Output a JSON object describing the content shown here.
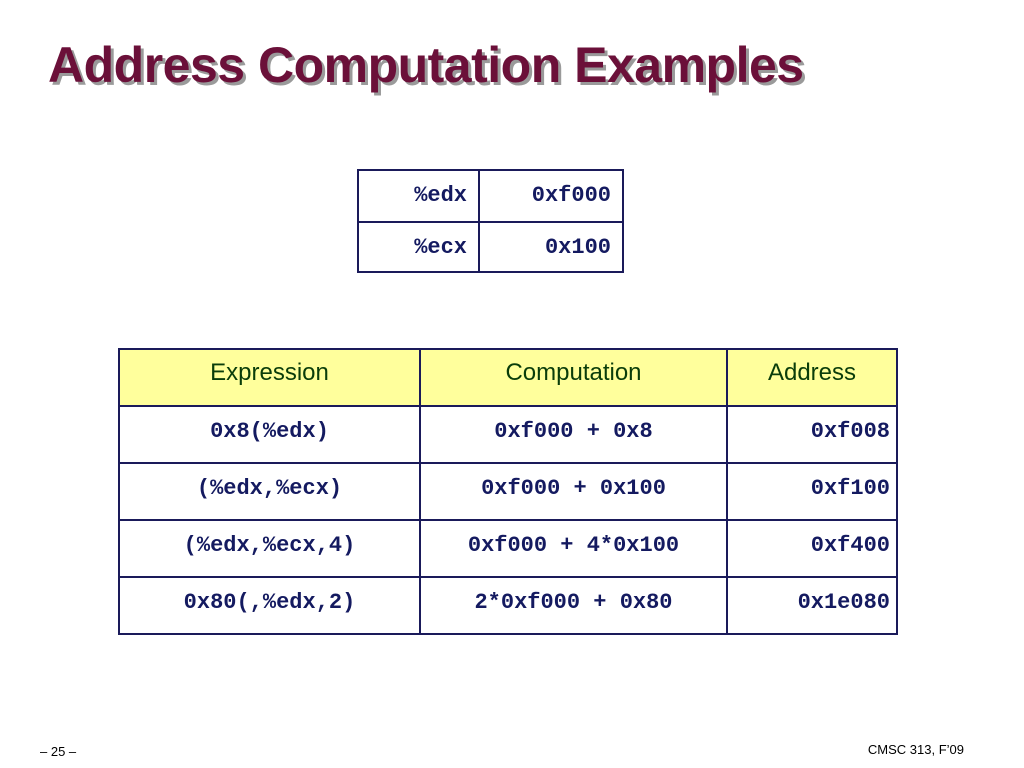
{
  "slide": {
    "title": "Address Computation Examples",
    "registers": [
      {
        "name": "%edx",
        "value": "0xf000"
      },
      {
        "name": "%ecx",
        "value": "0x100"
      }
    ],
    "table": {
      "headers": [
        "Expression",
        "Computation",
        "Address"
      ],
      "rows": [
        [
          "0x8(%edx)",
          "0xf000 + 0x8",
          "0xf008"
        ],
        [
          "(%edx,%ecx)",
          "0xf000 + 0x100",
          "0xf100"
        ],
        [
          "(%edx,%ecx,4)",
          "0xf000 + 4*0x100",
          "0xf400"
        ],
        [
          "0x80(,%edx,2)",
          "2*0xf000 + 0x80",
          "0x1e080"
        ]
      ]
    },
    "page_number": "– 25 –",
    "course": "CMSC 313, F’09"
  },
  "colors": {
    "title": "#6b1039",
    "header_bg": "#ffff9c",
    "header_text": "#0a3d0a",
    "mono_text": "#141a60",
    "border": "#1a1a5a"
  }
}
